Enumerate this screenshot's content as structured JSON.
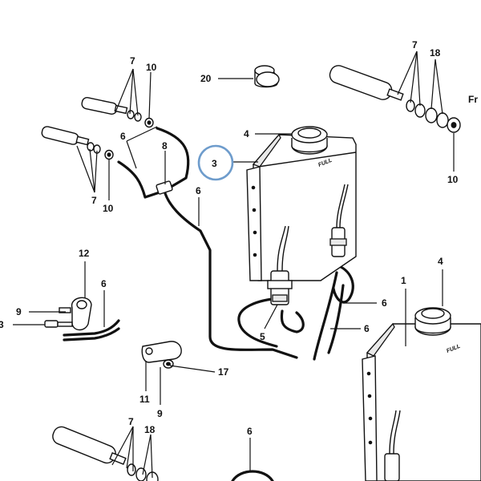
{
  "colors": {
    "ink": "#111111",
    "highlight": "#6e9ccc",
    "background": "#ffffff"
  },
  "reservoir": {
    "fill_mark": "FULL"
  },
  "labels": {
    "l7_top_left": "7",
    "l10_top_left": "10",
    "l6_top_left": "6",
    "l8": "8",
    "l7_mid_left": "7",
    "l10_mid_left": "10",
    "l20": "20",
    "l4_top": "4",
    "l3": "3",
    "l6_mid": "6",
    "l7_top_right": "7",
    "l18_top_right": "18",
    "l10_right": "10",
    "l12": "12",
    "l6_left": "6",
    "l9_left": "9",
    "l13_partial": "3",
    "l5": "5",
    "l6_right_upper": "6",
    "l6_right_lower": "6",
    "l17": "17",
    "l11": "11",
    "l9_bottom": "9",
    "l4_right": "4",
    "l1": "1",
    "l7_bottom": "7",
    "l18_bottom": "18",
    "l6_bottom": "6",
    "cut_text": "Fr"
  }
}
